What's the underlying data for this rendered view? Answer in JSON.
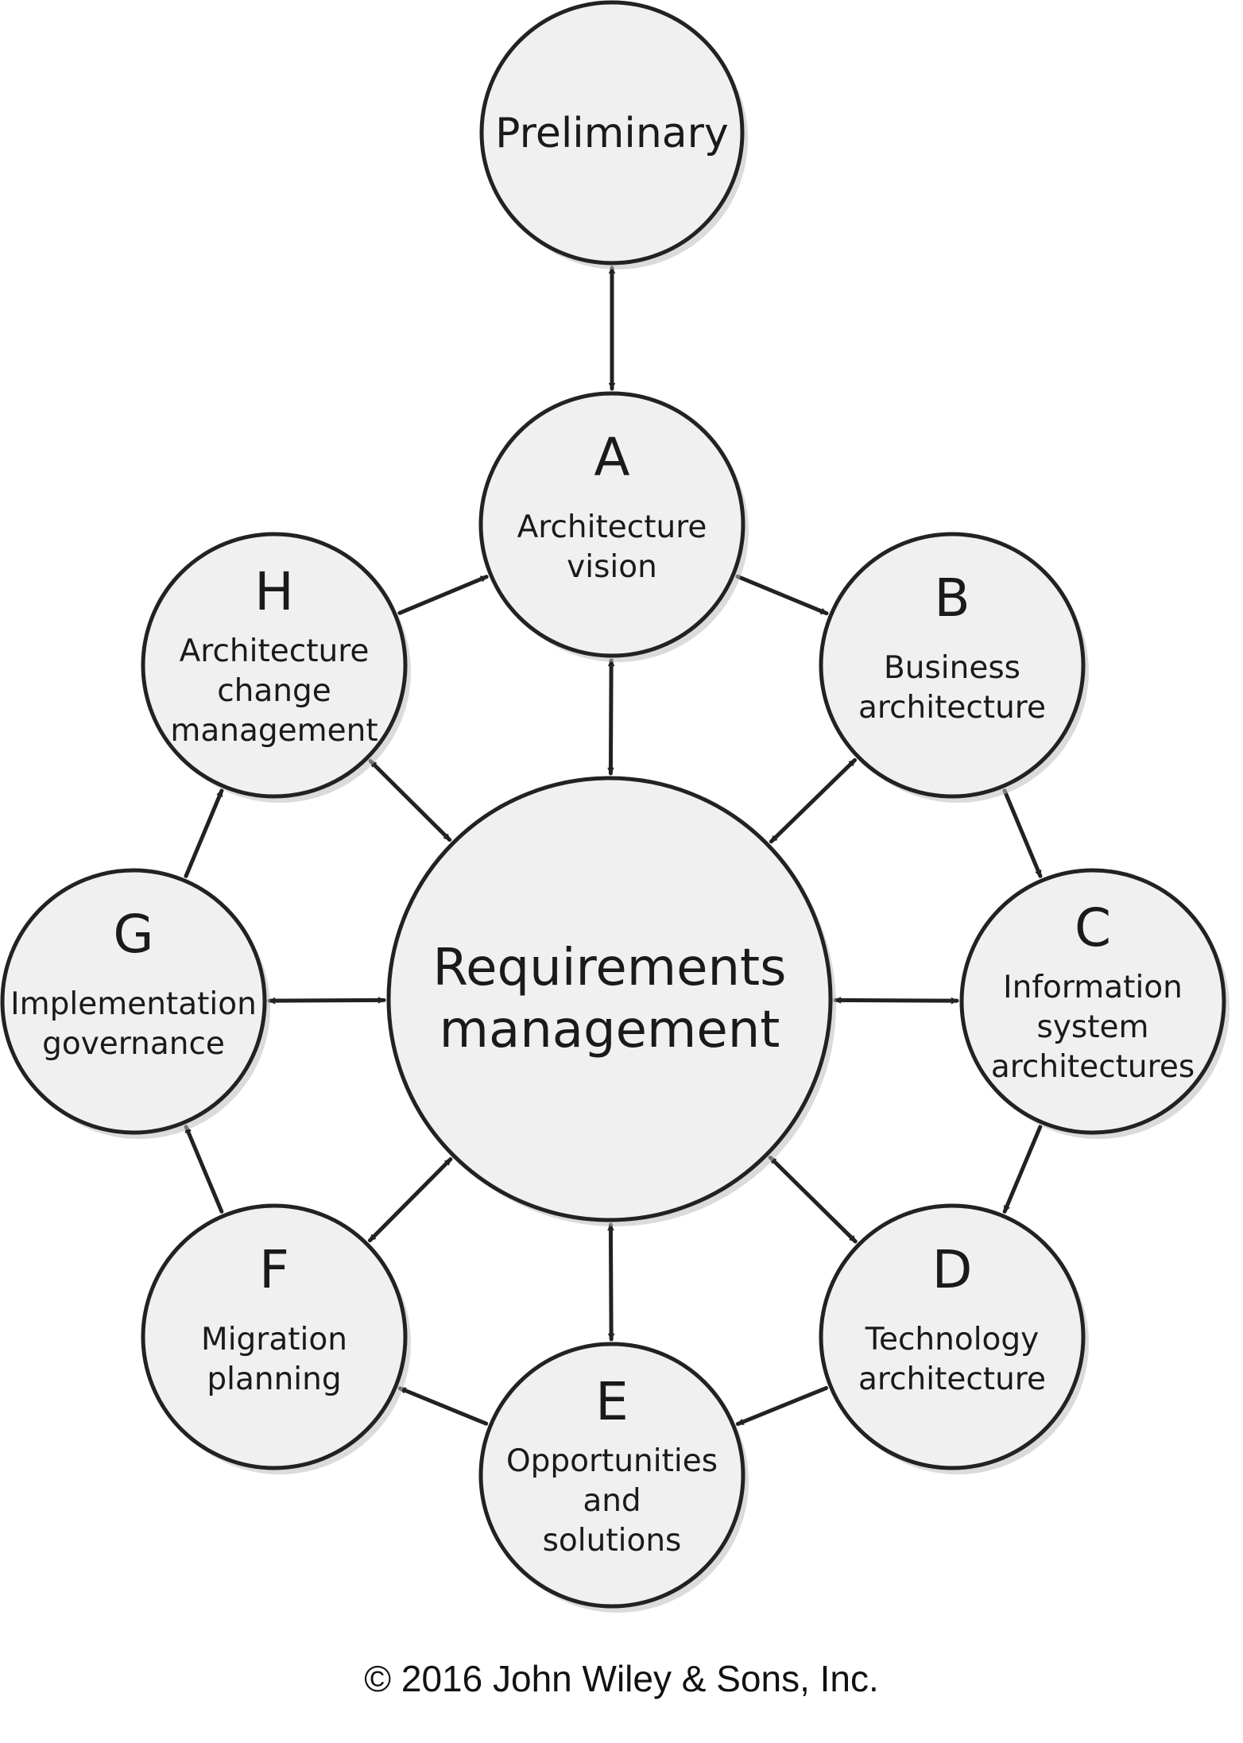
{
  "center": {
    "lines": [
      "Requirements",
      "management"
    ]
  },
  "preliminary": {
    "label": "Preliminary"
  },
  "phases": [
    {
      "letter": "A",
      "lines": [
        "Architecture",
        "vision"
      ]
    },
    {
      "letter": "B",
      "lines": [
        "Business",
        "architecture"
      ]
    },
    {
      "letter": "C",
      "lines": [
        "Information",
        "system",
        "architectures"
      ]
    },
    {
      "letter": "D",
      "lines": [
        "Technology",
        "architecture"
      ]
    },
    {
      "letter": "E",
      "lines": [
        "Opportunities",
        "and",
        "solutions"
      ]
    },
    {
      "letter": "F",
      "lines": [
        "Migration",
        "planning"
      ]
    },
    {
      "letter": "G",
      "lines": [
        "Implementation",
        "governance"
      ]
    },
    {
      "letter": "H",
      "lines": [
        "Architecture",
        "change",
        "management"
      ]
    }
  ],
  "copyright": "© 2016 John Wiley & Sons, Inc."
}
